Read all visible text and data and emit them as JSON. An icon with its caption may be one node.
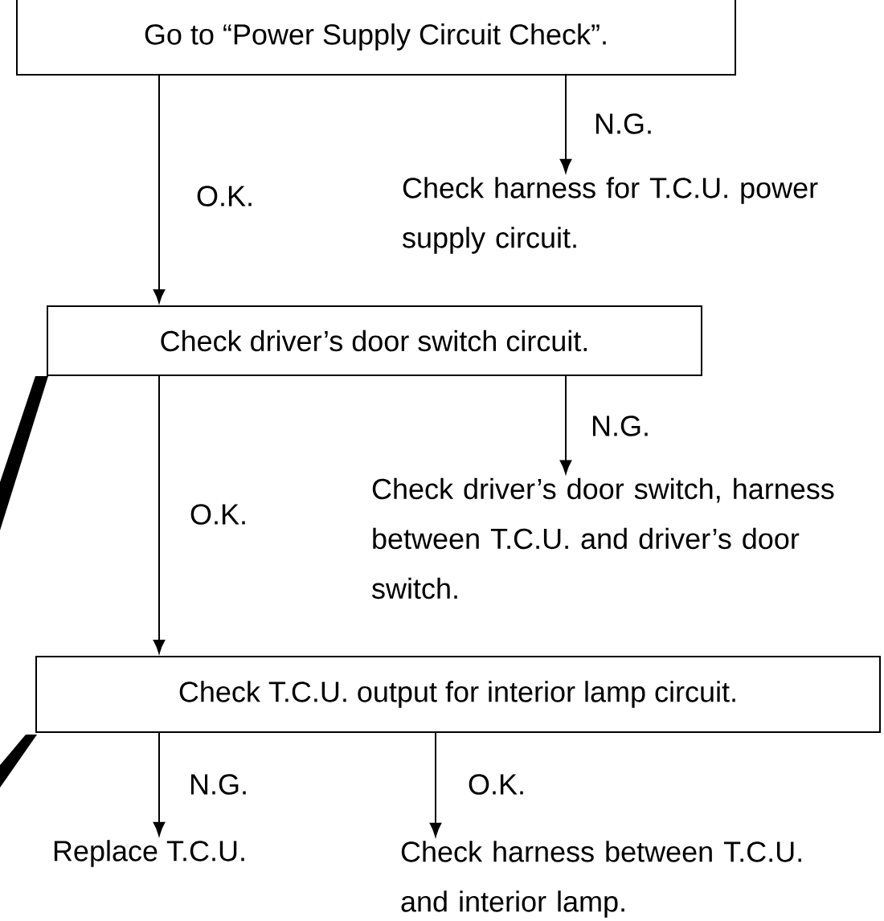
{
  "diagram": {
    "nodes": [
      {
        "text": [
          "Go to “Power Supply Circuit Check”."
        ]
      },
      {
        "text": [
          "Check harness for T.C.U. power supply circuit."
        ]
      },
      {
        "text": [
          "Check driver’s door switch circuit."
        ]
      },
      {
        "text": [
          "Check driver’s door switch, harness between T.C.U. and driver’s door switch."
        ]
      },
      {
        "text": [
          "Check T.C.U. output for interior lamp circuit."
        ]
      },
      {
        "text": [
          "Replace T.C.U."
        ]
      },
      {
        "text": [
          "Check harness between T.C.U. and interior lamp."
        ]
      }
    ],
    "edges": [
      {
        "from": 0,
        "to": 2,
        "arrow": "to",
        "label": "O.K."
      },
      {
        "from": 0,
        "to": 1,
        "arrow": "to",
        "label": "N.G."
      },
      {
        "from": 2,
        "to": 4,
        "arrow": "to",
        "label": "O.K."
      },
      {
        "from": 2,
        "to": 3,
        "arrow": "to",
        "label": "N.G."
      },
      {
        "from": 4,
        "to": 5,
        "arrow": "to",
        "label": "N.G."
      },
      {
        "from": 4,
        "to": 6,
        "arrow": "to",
        "label": "O.K."
      }
    ]
  }
}
